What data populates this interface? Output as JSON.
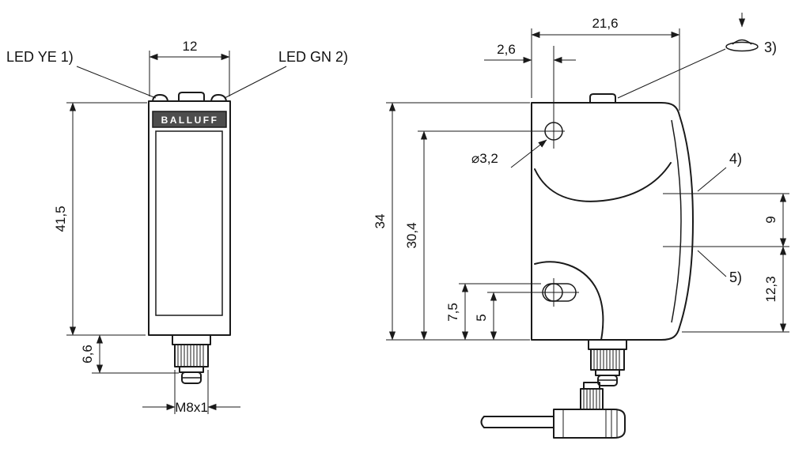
{
  "front_view": {
    "led_ye": "LED YE 1)",
    "led_gn": "LED GN 2)",
    "brand": "BALLUFF",
    "dim_width": "12",
    "dim_height": "41,5",
    "dim_plug": "6,6",
    "thread": "M8x1"
  },
  "side_view": {
    "dim_width": "21,6",
    "dim_offset": "2,6",
    "dim_height": "34",
    "dim_hole_center": "30,4",
    "dim_slot_top": "7,5",
    "dim_slot_center": "5",
    "hole_dia": "⌀3,2",
    "dim_beam_gap": "9",
    "dim_beam_bottom": "12,3",
    "callout_3": "3)",
    "callout_4": "4)",
    "callout_5": "5)"
  },
  "colors": {
    "line": "#1a1a1a",
    "brand_band": "#4d4d4d"
  }
}
